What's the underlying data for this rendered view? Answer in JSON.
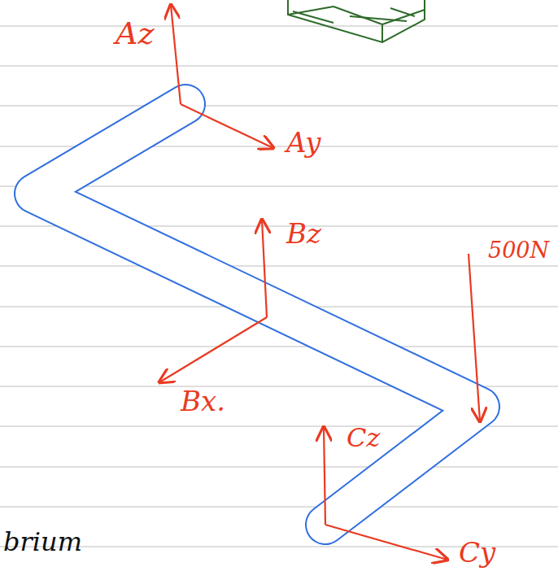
{
  "diagram": {
    "labels": [
      "Az",
      "Ay",
      "Bz",
      "Bx.",
      "500N",
      "Cz",
      "Cy",
      "brium"
    ]
  }
}
